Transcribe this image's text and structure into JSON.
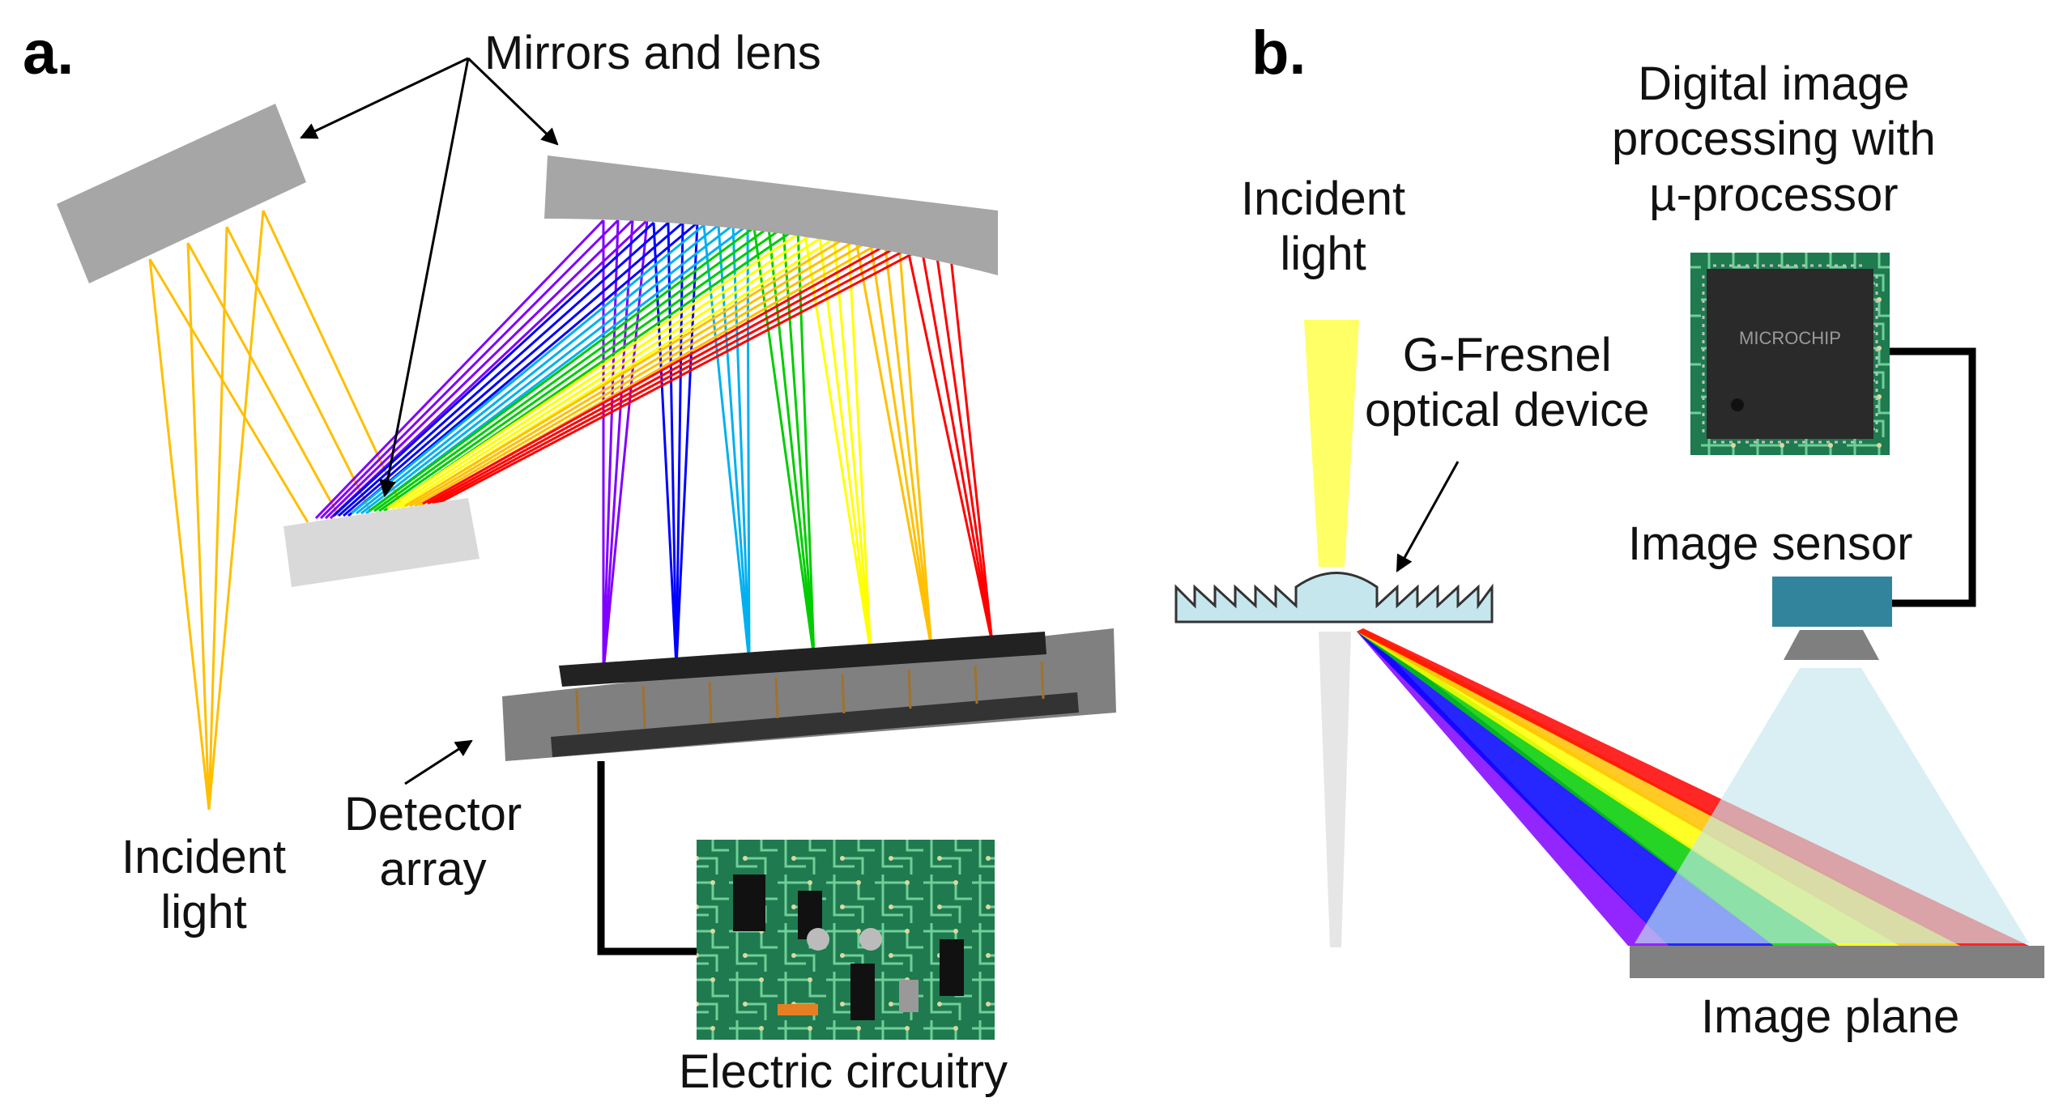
{
  "panels": {
    "a": {
      "letter": "a.",
      "mirrors_label": "Mirrors and lens",
      "incident_line1": "Incident",
      "incident_line2": "light",
      "detector_line1": "Detector",
      "detector_line2": "array",
      "circuit_label": "Electric circuitry"
    },
    "b": {
      "letter": "b.",
      "incident_line1": "Incident",
      "incident_line2": "light",
      "device_line1": "G-Fresnel",
      "device_line2": "optical device",
      "processor_line1": "Digital image",
      "processor_line2": "processing with",
      "processor_line3": "µ-processor",
      "sensor_label": "Image sensor",
      "plane_label": "Image plane"
    }
  },
  "chip_text": [
    "MICROCHIP"
  ],
  "colors": {
    "incident": "#ffbf00",
    "mirror_dark": "#a6a6a6",
    "mirror_light": "#d9d9d9",
    "detector": "#808080",
    "pcb_green": "#1f7a4f",
    "sensor": "#31849b",
    "fresnel": "#c5e6ec",
    "beam_b": "#ffff66",
    "spectrum": [
      "#8000ff",
      "#0000ff",
      "#00b0f0",
      "#00cc00",
      "#ffff00",
      "#ffc000",
      "#ff0000"
    ]
  },
  "icons": [
    "arrow-icon",
    "pcb-board-icon",
    "microchip-icon",
    "image-sensor-icon"
  ]
}
